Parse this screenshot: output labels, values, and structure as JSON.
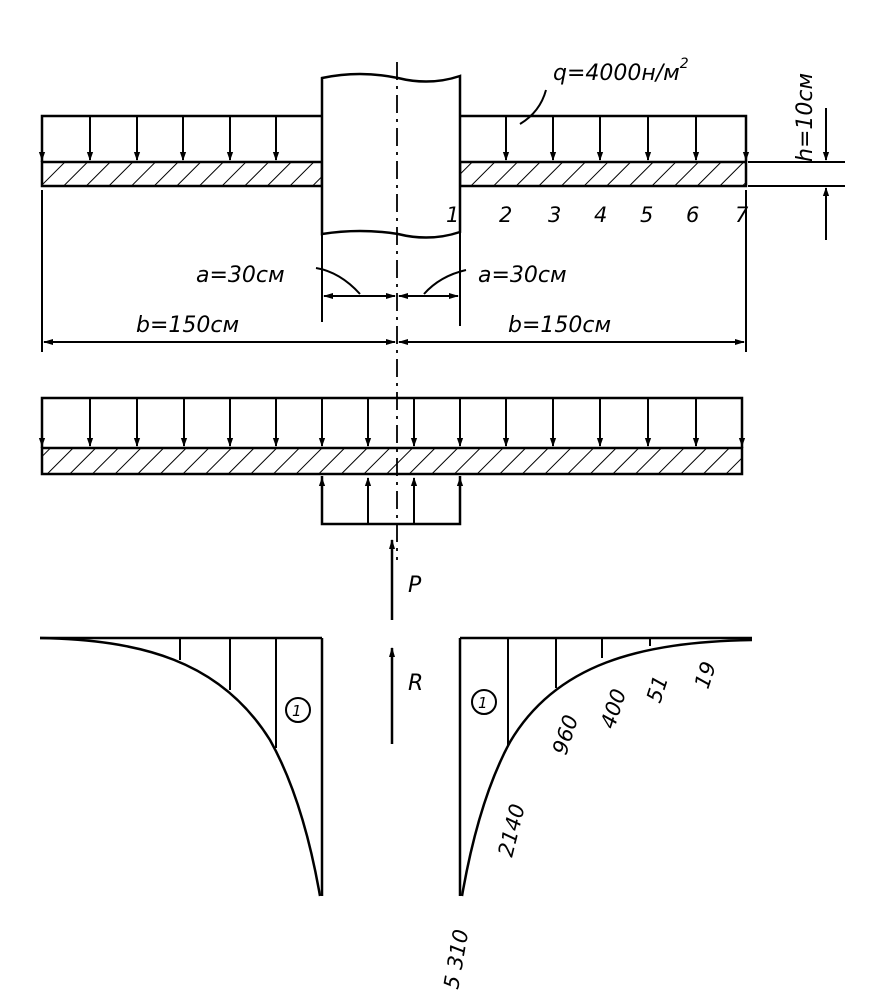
{
  "labels": {
    "load": "q=4000н/м",
    "load_exp": "2",
    "thickness": "h=10см",
    "a_left": "a=30см",
    "a_right": "a=30см",
    "b_left": "b=150см",
    "b_right": "b=150см",
    "force_p": "P",
    "force_r": "R"
  },
  "section_numbers": [
    "1",
    "2",
    "3",
    "4",
    "5",
    "6",
    "7"
  ],
  "moment_values": [
    "5 310",
    "2140",
    "960",
    "400",
    "51",
    "19"
  ],
  "circle_marker": "1",
  "colors": {
    "ink": "#000000",
    "paper": "#ffffff"
  }
}
